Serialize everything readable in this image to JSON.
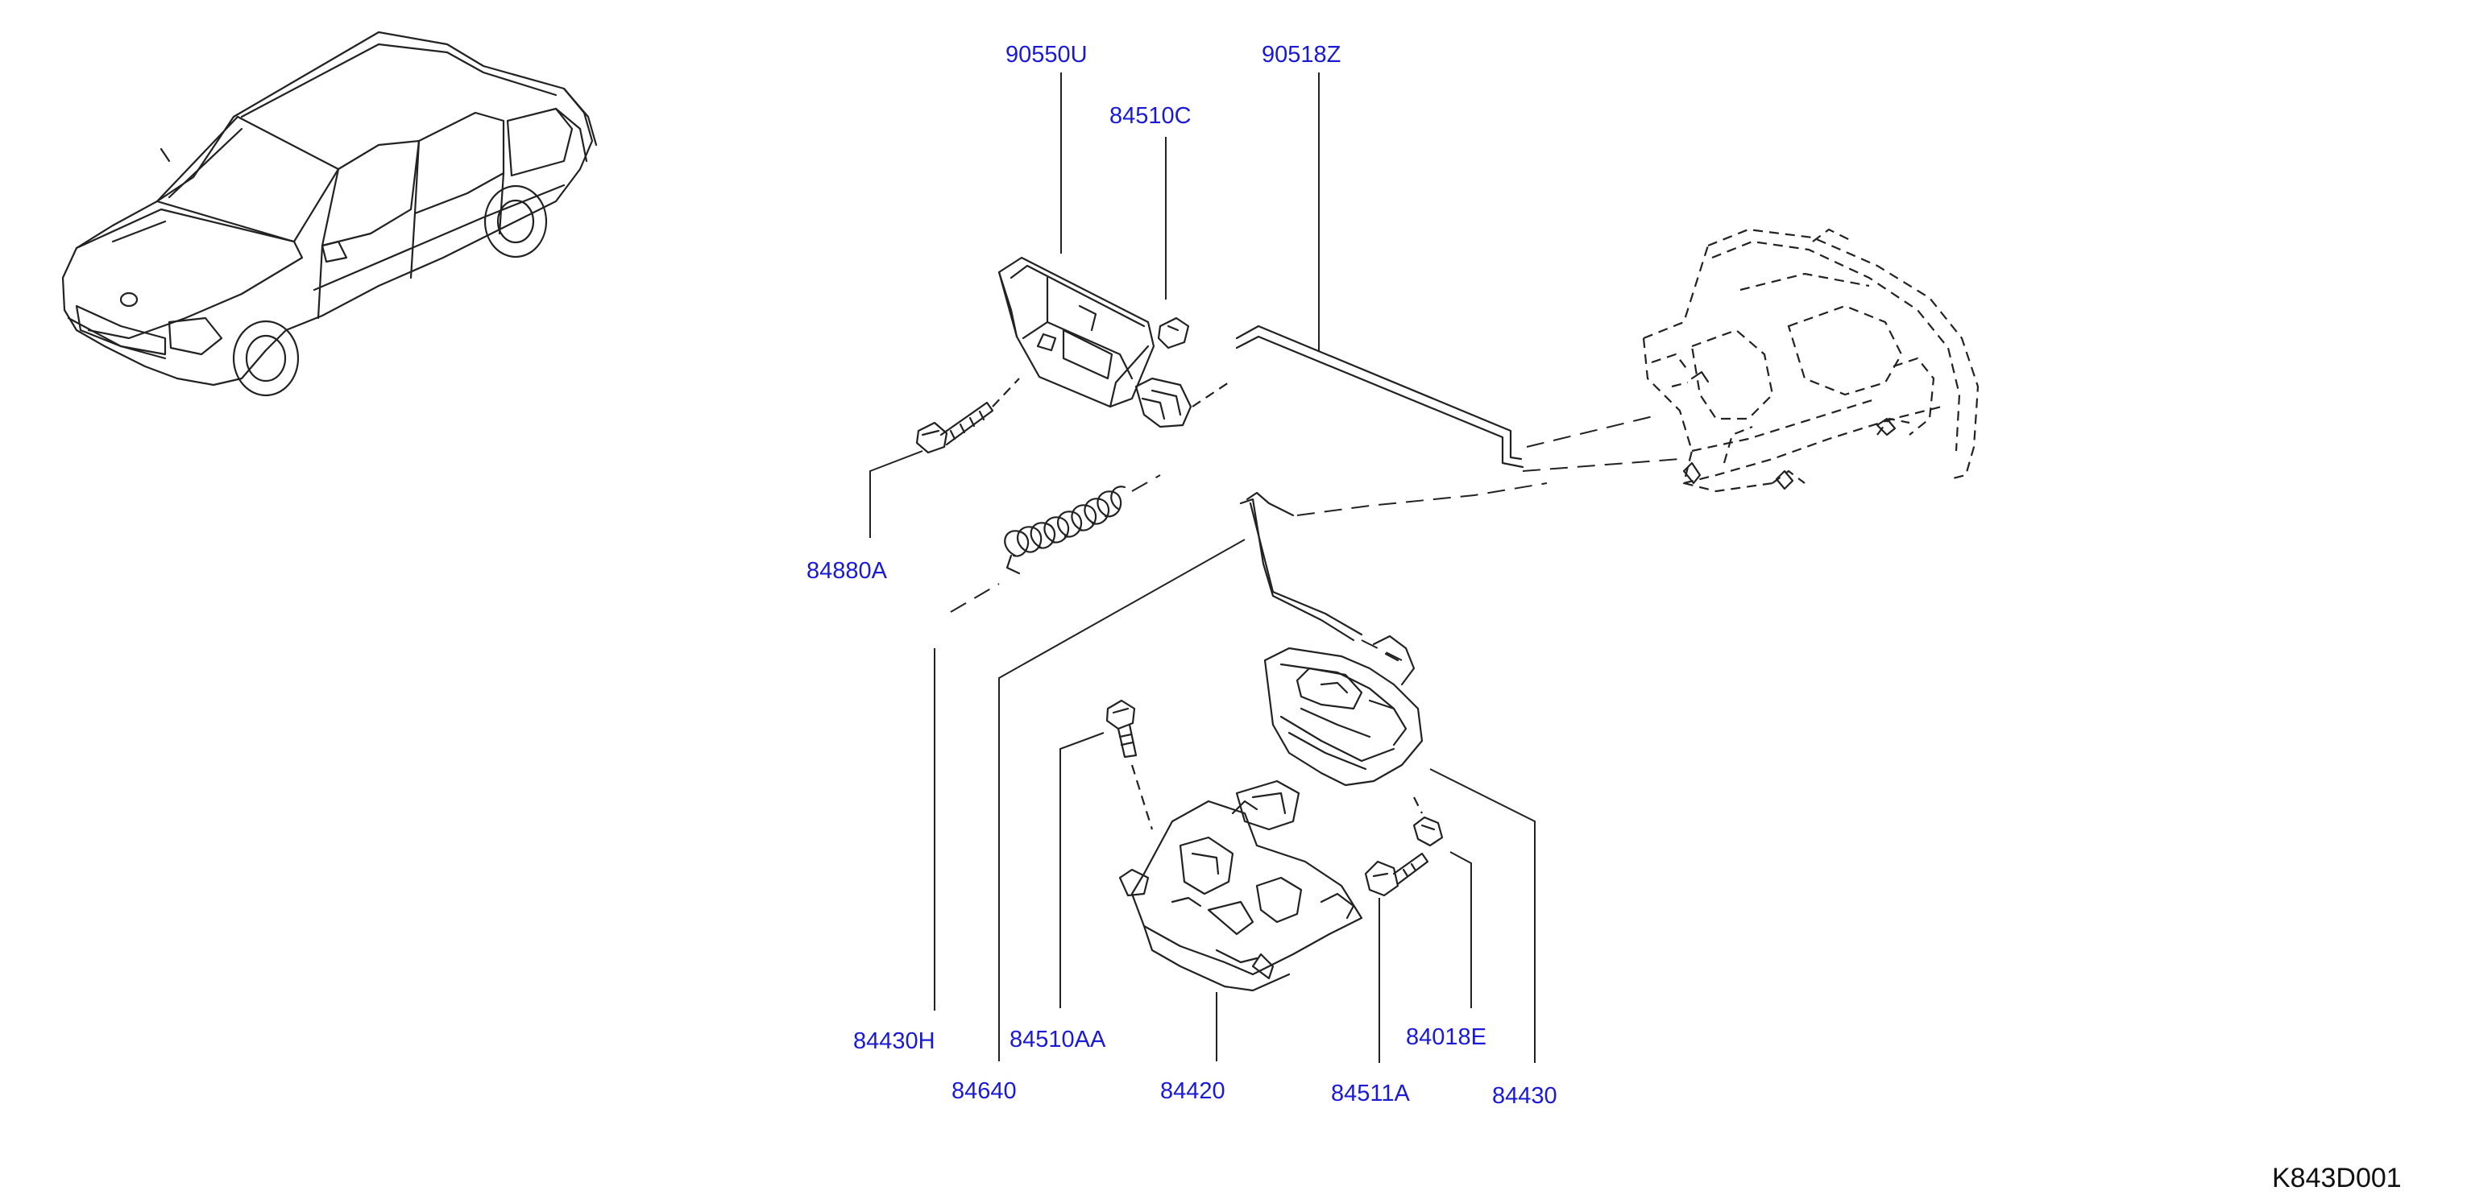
{
  "diagram_code": "K843D001",
  "parts": [
    {
      "id": "90550U",
      "label": "90550U"
    },
    {
      "id": "90518Z",
      "label": "90518Z"
    },
    {
      "id": "84510C",
      "label": "84510C"
    },
    {
      "id": "84880A",
      "label": "84880A"
    },
    {
      "id": "84430H",
      "label": "84430H"
    },
    {
      "id": "84640",
      "label": "84640"
    },
    {
      "id": "84510AA",
      "label": "84510AA"
    },
    {
      "id": "84420",
      "label": "84420"
    },
    {
      "id": "84511A",
      "label": "84511A"
    },
    {
      "id": "84018E",
      "label": "84018E"
    },
    {
      "id": "84430",
      "label": "84430"
    }
  ]
}
